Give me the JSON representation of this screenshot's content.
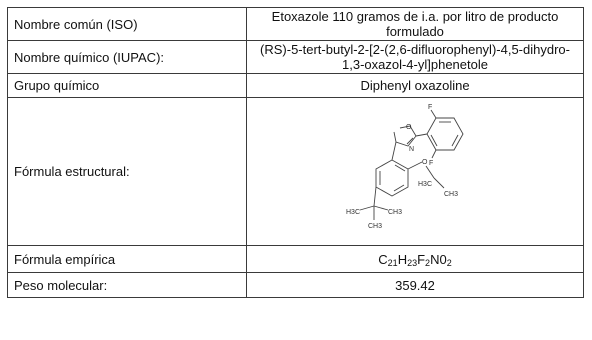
{
  "rows": {
    "common_name": {
      "label": "Nombre común (ISO)",
      "value": "Etoxazole 110 gramos de i.a. por litro de producto formulado"
    },
    "iupac_name": {
      "label": "Nombre químico (IUPAC):",
      "value": "(RS)-5-tert-butyl-2-[2-(2,6-difluorophenyl)-4,5-dihydro-1,3-oxazol-4-yl]phenetole"
    },
    "chemical_group": {
      "label": "Grupo químico",
      "value": "Diphenyl oxazoline"
    },
    "structural_formula": {
      "label": "Fórmula estructural:",
      "atoms": {
        "f_top": "F",
        "f_bottom": "F",
        "oxygen_ring": "O",
        "nitrogen_ring": "N",
        "oxygen_ether": "O",
        "tbutyl_left": "H3C",
        "tbutyl_right": "CH3",
        "tbutyl_bottom": "CH3",
        "ethyl_left": "H3C",
        "ethyl_right": "CH3"
      }
    },
    "empirical_formula": {
      "label": "Fórmula empírica",
      "parts": [
        {
          "el": "C",
          "n": "21"
        },
        {
          "el": "H",
          "n": "23"
        },
        {
          "el": "F",
          "n": "2"
        },
        {
          "el": "N",
          "n": "0"
        },
        {
          "el": "",
          "n": "2"
        }
      ]
    },
    "molecular_weight": {
      "label": "Peso molecular:",
      "value": "359.42"
    }
  }
}
